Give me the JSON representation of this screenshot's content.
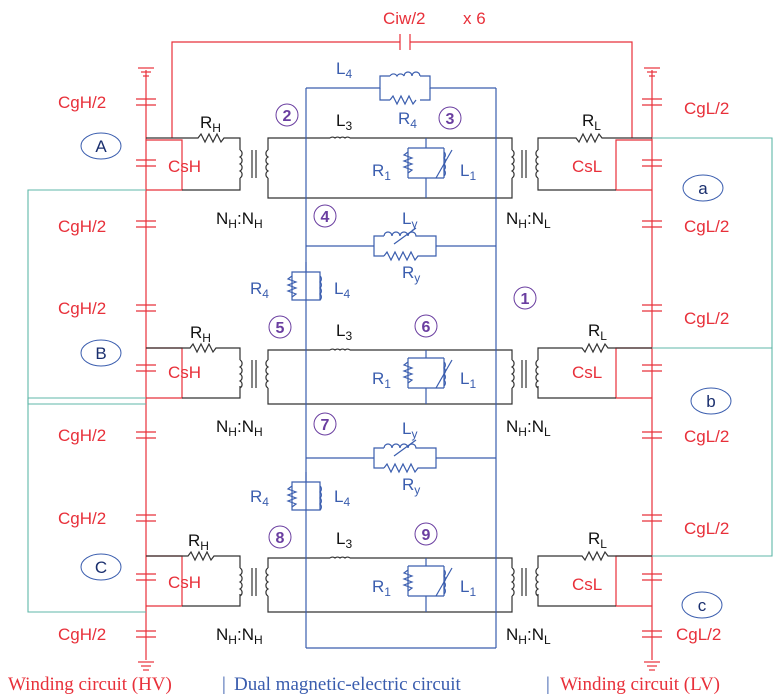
{
  "labels": {
    "ciw": "Ciw/2",
    "times": "x 6",
    "cgH": "CgH/2",
    "cgL": "CgL/2",
    "csH": "CsH",
    "csL": "CsL",
    "rH": "R",
    "rH_sub": "H",
    "rL": "R",
    "rL_sub": "L",
    "nH": "N",
    "nH_sub": "H",
    "nL_sub": "L",
    "colon": ":",
    "L": "L",
    "R": "R",
    "sub1": "1",
    "sub3": "3",
    "sub4": "4",
    "suby": "y"
  },
  "nodes": {
    "A": "A",
    "B": "B",
    "C": "C",
    "a": "a",
    "b": "b",
    "c": "c"
  },
  "numbers": [
    "1",
    "2",
    "3",
    "4",
    "5",
    "6",
    "7",
    "8",
    "9"
  ],
  "footer": {
    "left": "Winding circuit (HV)",
    "sep": "|",
    "middle": "Dual magnetic-electric circuit",
    "right": "Winding circuit (LV)"
  },
  "colors": {
    "winding": "#e8303a",
    "magnetic": "#3a5dae",
    "transformer": "#333333",
    "connection": "#5fb7a8",
    "number": "#6a3ea0"
  }
}
